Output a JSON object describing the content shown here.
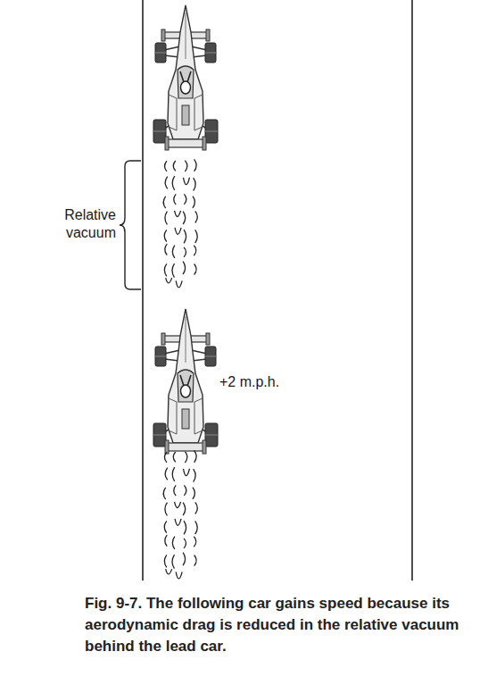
{
  "diagram": {
    "caption": "Fig. 9-7. The following car gains speed because its aerodynamic drag is reduced in the relative vacuum behind the lead car.",
    "labels": [
      "Relative vacuum",
      "+2 m.p.h."
    ]
  }
}
